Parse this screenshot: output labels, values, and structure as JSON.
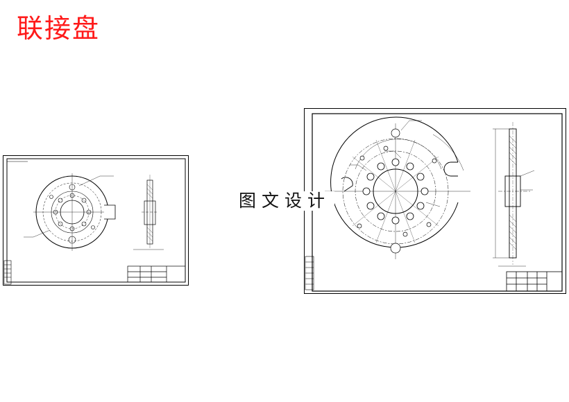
{
  "page": {
    "title": "联接盘",
    "watermark": "图文设计"
  },
  "drawings": [
    {
      "id": "small-sheet",
      "description_text": ""
    },
    {
      "id": "large-sheet",
      "description_text": ""
    }
  ],
  "colors": {
    "title": "#ff1a1a",
    "line": "#000000"
  }
}
